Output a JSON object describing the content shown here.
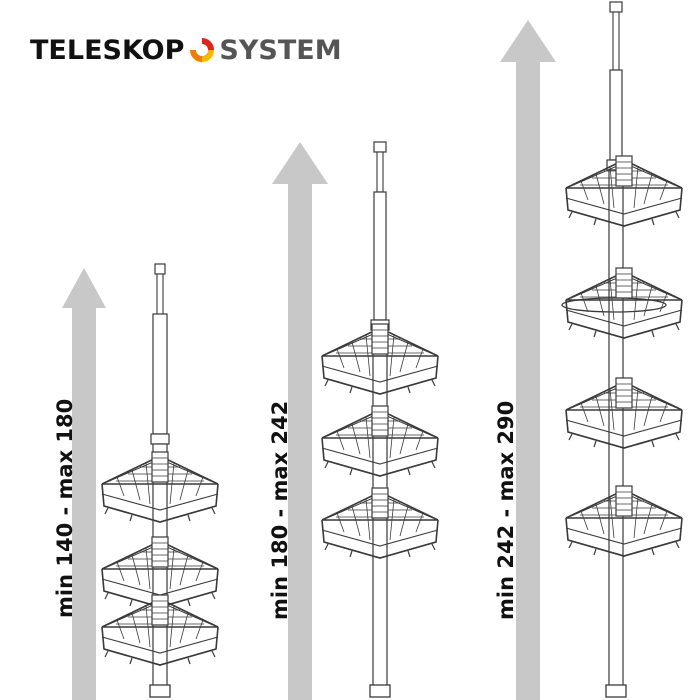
{
  "brand": {
    "left": "TELESKOP",
    "right": "SYSTEM",
    "logo_colors": [
      "#e2231a",
      "#f6b800",
      "#f07d00"
    ]
  },
  "variants": [
    {
      "label": "min 140 - max 180",
      "baskets": 3
    },
    {
      "label": "min 180 - max 242",
      "baskets": 3
    },
    {
      "label": "min 242 - max 290",
      "baskets": 4
    }
  ],
  "colors": {
    "arrow": "#c8c8c8",
    "outline": "#3a3a3a"
  }
}
